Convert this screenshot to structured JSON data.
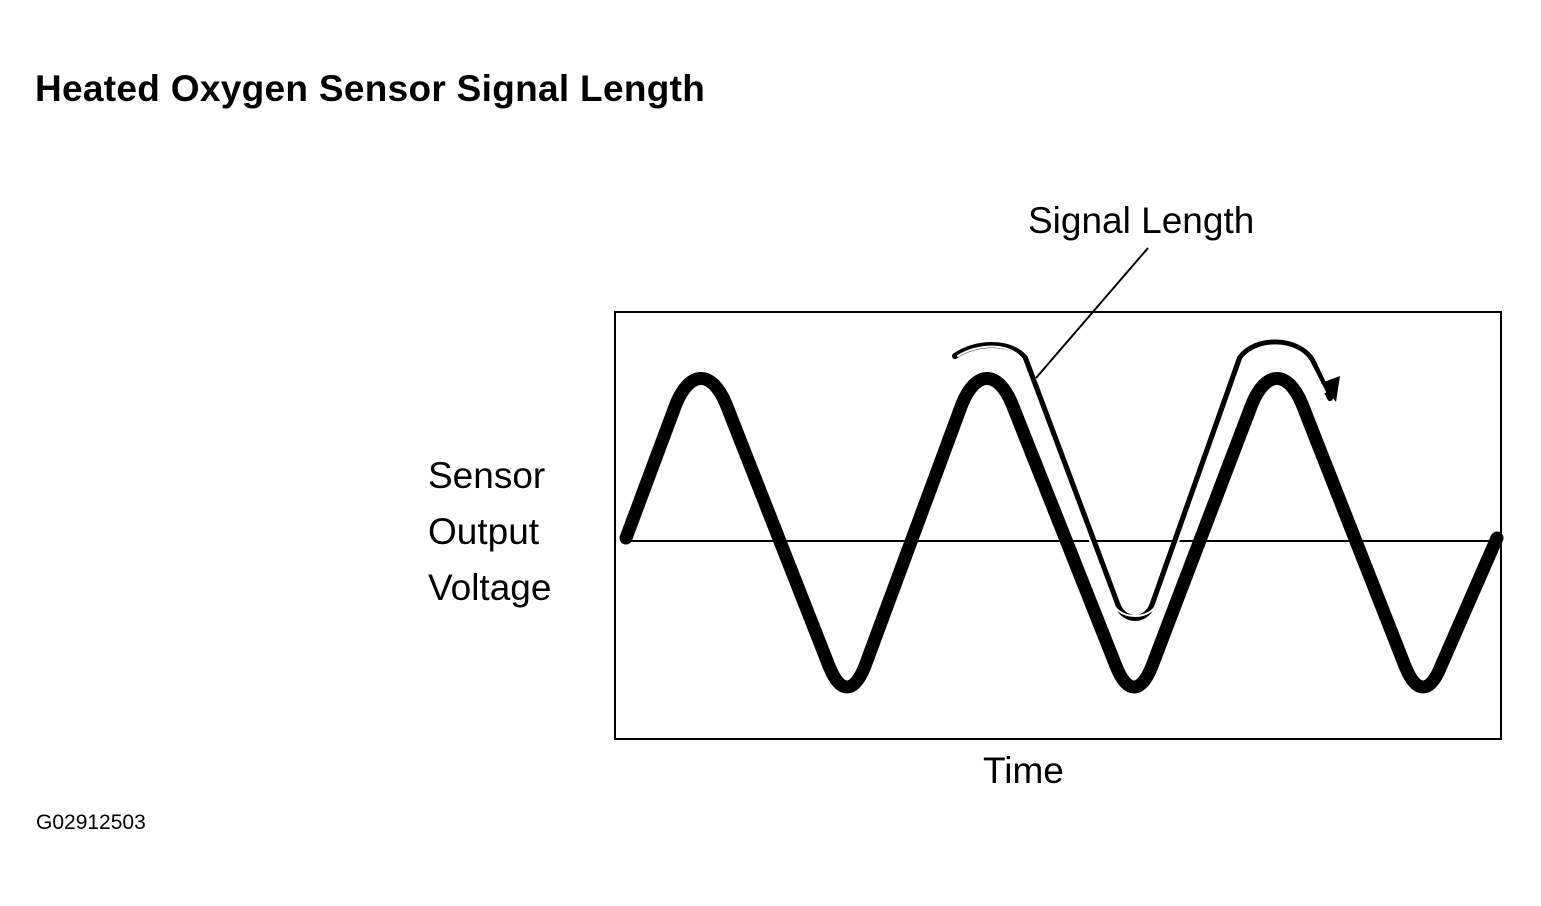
{
  "title": "Heated Oxygen Sensor Signal Length",
  "figure_id": "G02912503",
  "axes": {
    "y_label_lines": [
      "Sensor",
      "Output",
      "Voltage"
    ],
    "x_label": "Time"
  },
  "callout": {
    "label": "Signal Length"
  },
  "colors": {
    "ink": "#000000",
    "background": "#ffffff"
  }
}
